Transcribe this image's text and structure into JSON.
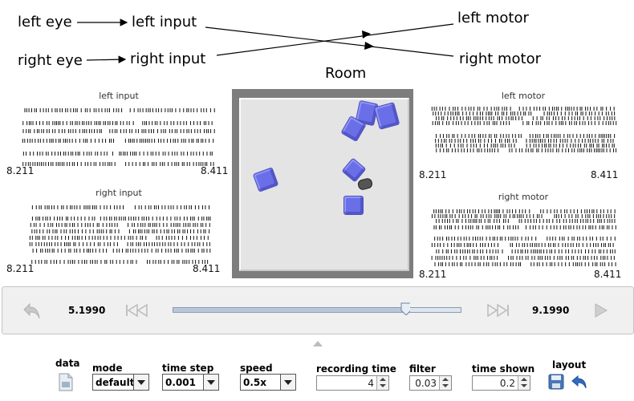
{
  "diagram": {
    "left_eye": "left eye",
    "right_eye": "right eye",
    "left_input": "left input",
    "right_input": "right input",
    "left_motor": "left motor",
    "right_motor": "right motor"
  },
  "rasters": {
    "left_input": {
      "title": "left input",
      "t_start": "8.211",
      "t_end": "8.411"
    },
    "right_input": {
      "title": "right input",
      "t_start": "8.211",
      "t_end": "8.411"
    },
    "left_motor": {
      "title": "left motor",
      "t_start": "8.211",
      "t_end": "8.411"
    },
    "right_motor": {
      "title": "right motor",
      "t_start": "8.211",
      "t_end": "8.411"
    }
  },
  "room": {
    "title": "Room"
  },
  "player": {
    "start_time": "5.1990",
    "end_time": "9.1990",
    "slider_fraction": 0.81
  },
  "controls": {
    "data_label": "data",
    "mode_label": "mode",
    "mode_value": "default",
    "time_step_label": "time step",
    "time_step_value": "0.001",
    "speed_label": "speed",
    "speed_value": "0.5x",
    "recording_time_label": "recording time",
    "recording_time_value": "4",
    "filter_label": "filter",
    "filter_value": "0.03",
    "time_shown_label": "time shown",
    "time_shown_value": "0.2",
    "layout_label": "layout"
  },
  "colors": {
    "block": "#6a6fe8",
    "room_wall": "#7d7d7d",
    "room_floor": "#e4e4e4"
  }
}
